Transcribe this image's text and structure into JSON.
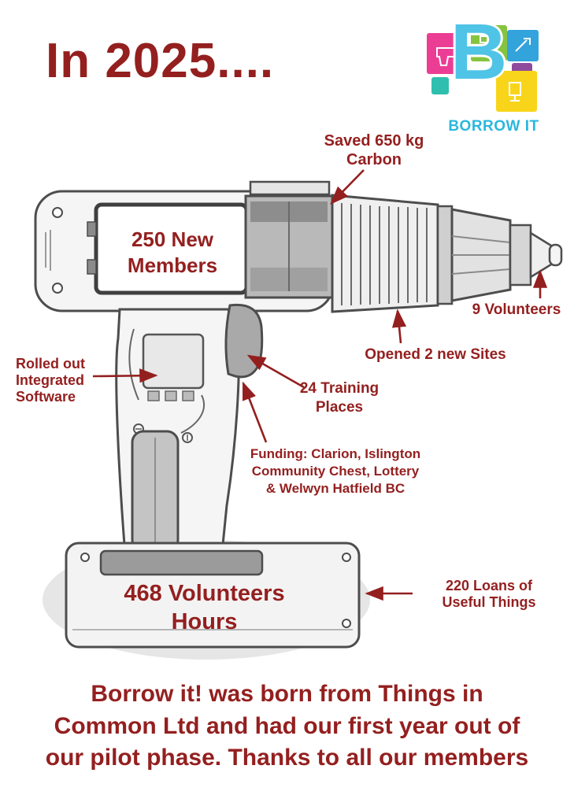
{
  "page": {
    "title": "In 2025....",
    "footer": "Borrow it! was born from Things in\nCommon Ltd and had our first year out of\nour pilot phase. Thanks to all our members"
  },
  "logo": {
    "letter": "B",
    "wordmark": "BORROW IT",
    "colors": {
      "pink": "#ec3d95",
      "green": "#86c440",
      "blue": "#33a3dc",
      "purple": "#8f4a9e",
      "teal": "#2fbfae",
      "yellow": "#f8d51b",
      "letter_blue": "#4fc4e6",
      "wordmark_blue": "#29b7dd"
    }
  },
  "colors": {
    "accent": "#941f1f",
    "drill_outline": "#4d4d4d"
  },
  "callouts": {
    "carbon": "Saved 650 kg\nCarbon",
    "members": "250 New\nMembers",
    "volunteers": "9 Volunteers",
    "sites": "Opened 2 new Sites",
    "software": "Rolled out\nIntegrated\nSoftware",
    "training": "24 Training\nPlaces",
    "funding": "Funding: Clarion, Islington\nCommunity Chest, Lottery\n& Welwyn Hatfield BC",
    "hours": "468 Volunteers\nHours",
    "loans": "220 Loans of\nUseful Things"
  }
}
